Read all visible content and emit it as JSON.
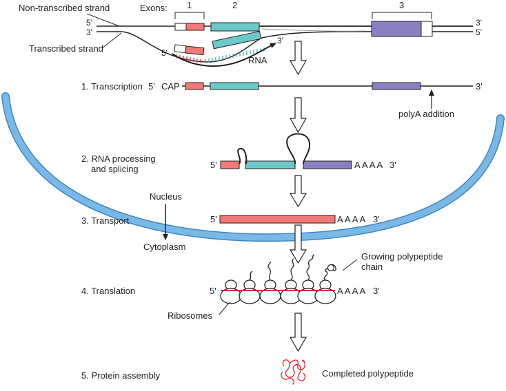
{
  "labels": {
    "non_transcribed_strand": "Non-transcribed strand",
    "transcribed_strand": "Transcribed strand",
    "exons": "Exons:",
    "exon_1": "1",
    "exon_2": "2",
    "exon_3": "3",
    "five_prime": "5'",
    "three_prime": "3'",
    "rna": "RNA",
    "cap": "CAP",
    "polya_addition": "polyA addition",
    "poly_a_tail": "A A A A",
    "nucleus": "Nucleus",
    "cytoplasm": "Cytoplasm",
    "growing_polypeptide_line1": "Growing polypeptide",
    "growing_polypeptide_line2": "chain",
    "ribosomes": "Ribosomes",
    "completed_polypeptide": "Completed polypeptide"
  },
  "steps": [
    {
      "line1": "1. Transcription",
      "line2": ""
    },
    {
      "line1": "2. RNA processing",
      "line2": "and splicing"
    },
    {
      "line1": "3. Transport",
      "line2": ""
    },
    {
      "line1": "4. Translation",
      "line2": ""
    },
    {
      "line1": "5. Protein assembly",
      "line2": ""
    }
  ],
  "colors": {
    "exon1": "#f07a76",
    "exon2": "#6cc9c9",
    "exon3": "#8a7fc0",
    "nuclear_membrane": "#7ab8e6",
    "nuclear_membrane_edge": "#3e86c4",
    "polypeptide": "#e8202e",
    "line": "#231f20"
  }
}
